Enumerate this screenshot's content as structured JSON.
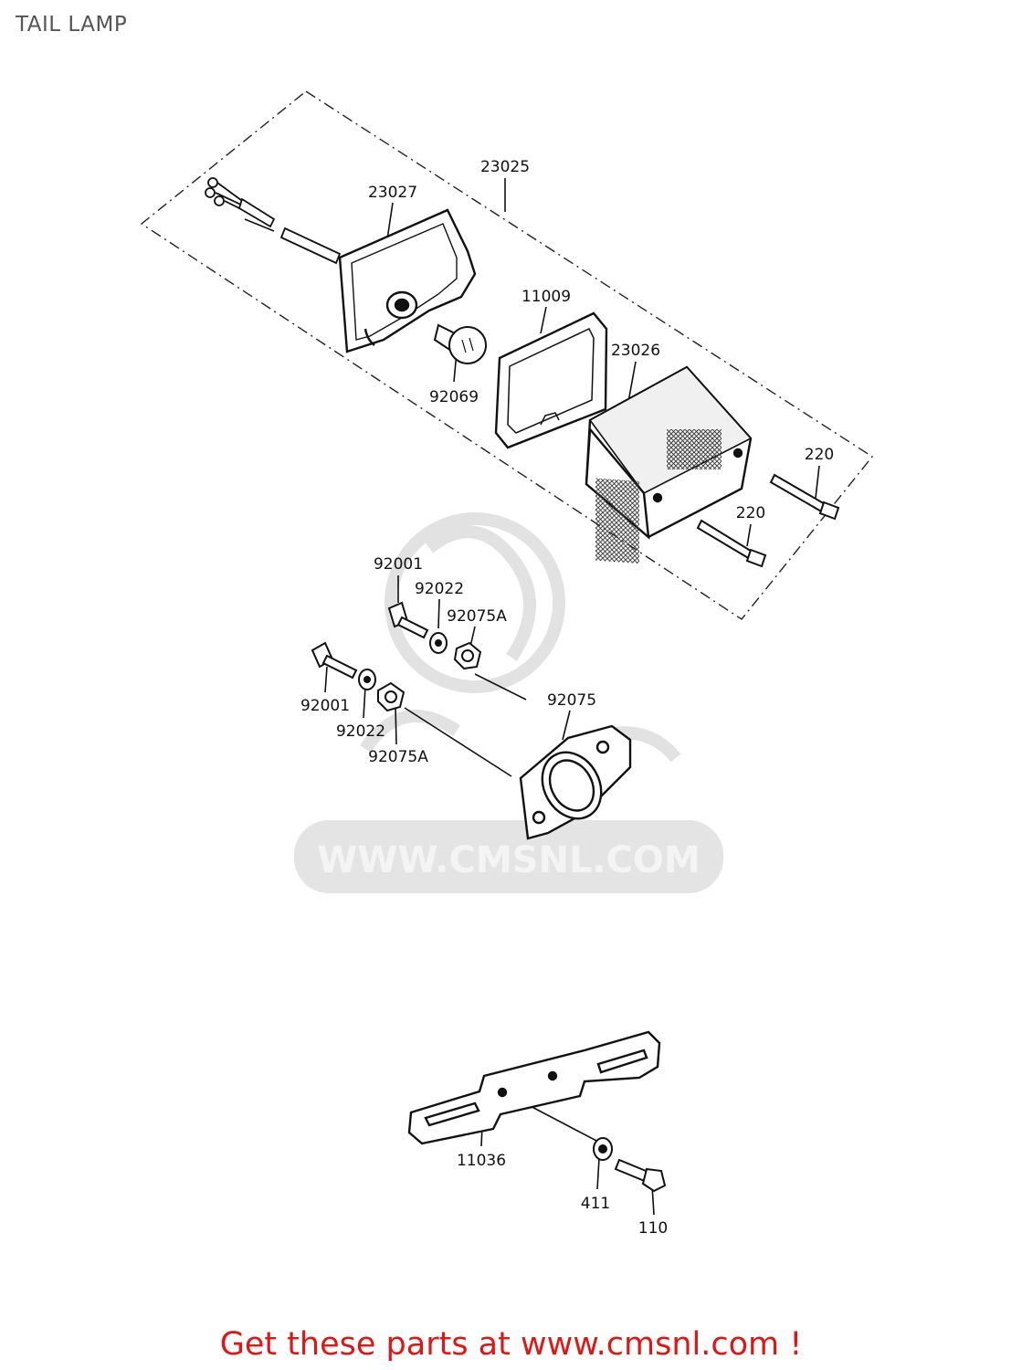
{
  "title": "TAIL LAMP",
  "watermark": "WWW.CMSNL.COM",
  "footer": "Get these parts at www.cmsnl.com !",
  "colors": {
    "footer": "#e21515",
    "ink": "#111111",
    "watermark": "#e0e0e0",
    "title": "#555555"
  },
  "callouts": {
    "c23025": "23025",
    "c23027": "23027",
    "c11009": "11009",
    "c92069": "92069",
    "c23026": "23026",
    "c220a": "220",
    "c220b": "220",
    "c92001a": "92001",
    "c92022a": "92022",
    "c92075Aa": "92075A",
    "c92001b": "92001",
    "c92022b": "92022",
    "c92075Ab": "92075A",
    "c92075": "92075",
    "c11036": "11036",
    "c411": "411",
    "c110": "110"
  }
}
